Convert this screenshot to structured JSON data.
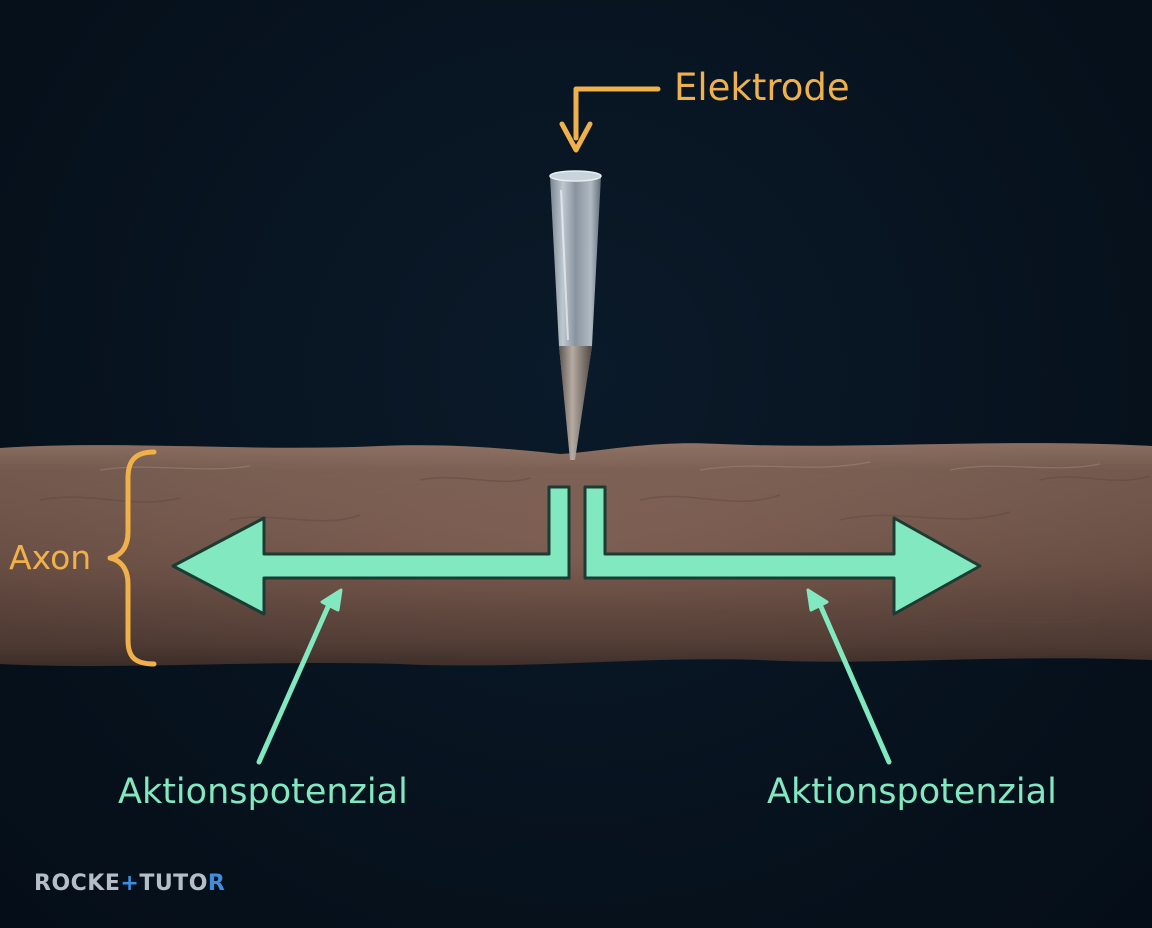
{
  "labels": {
    "electrode": "Elektrode",
    "axon": "Axon",
    "action_potential_left": "Aktionspotenzial",
    "action_potential_right": "Aktionspotenzial"
  },
  "watermark": {
    "part1": "ROCKE",
    "accent": "+",
    "part2": "TUTO",
    "part3": "R"
  },
  "colors": {
    "background": "#07121e",
    "electrode_label": "#f0b04a",
    "axon_bracket": "#f0b04a",
    "action_potential": "#82e8bf",
    "axon_tissue": "#7e5f52",
    "watermark_accent": "#3d8ee0"
  },
  "icons": {
    "electrode": "glass-micropipette-icon",
    "propagation_arrows": "double-arrow-icon",
    "axon_bracket": "curly-brace-icon"
  }
}
